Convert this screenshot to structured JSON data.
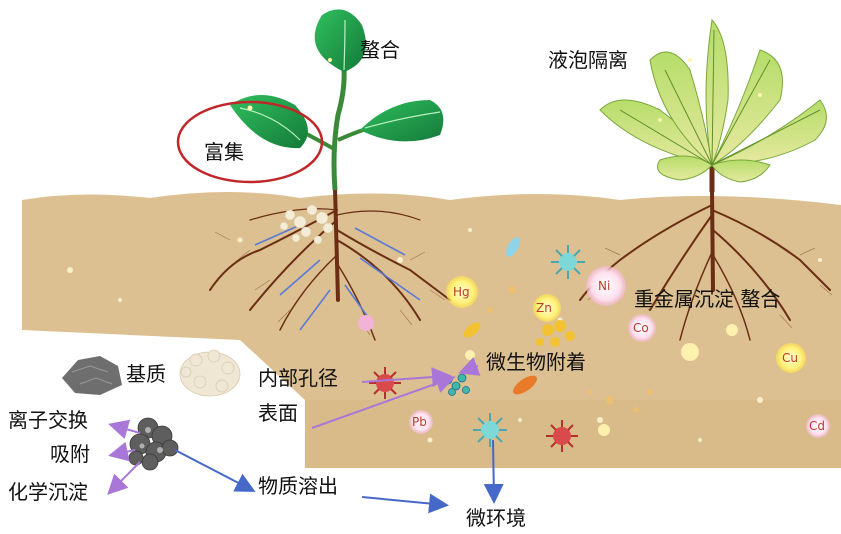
{
  "labels": {
    "chelation_top": "螯合",
    "enrichment": "富集",
    "vacuole": "液泡隔离",
    "precip_chelation": "重金属沉淀 螯合",
    "matrix": "基质",
    "internal_pore": "内部孔径",
    "surface": "表面",
    "microbe_attach": "微生物附着",
    "ion_exchange": "离子交换",
    "adsorption": "吸附",
    "chem_precip": "化学沉淀",
    "dissolution": "物质溶出",
    "micro_env": "微环境"
  },
  "metals": {
    "hg": "Hg",
    "zn": "Zn",
    "ni": "Ni",
    "co": "Co",
    "cu": "Cu",
    "pb": "Pb",
    "cd": "Cd"
  },
  "colors": {
    "soil": "#dcc091",
    "soil_dark": "#c9a871",
    "leaf": "#1f9a4a",
    "leaf_light": "#9bcf5c",
    "root": "#6b2e14",
    "arrow_blue": "#4568c9",
    "arrow_purple": "#a877d8",
    "circle_red": "#c0262a"
  }
}
